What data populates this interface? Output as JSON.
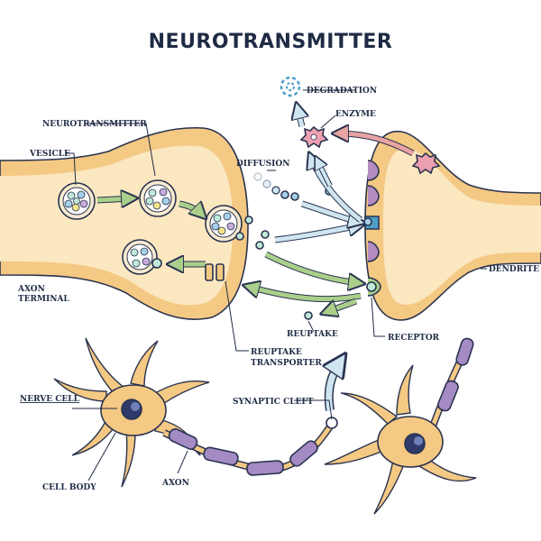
{
  "title": "NEUROTRANSMITTER",
  "labels": {
    "neurotransmitter": "NEUROTRANSMITTER",
    "vesicle": "VESICLE",
    "axon_terminal_line1": "AXON",
    "axon_terminal_line2": "TERMINAL",
    "diffusion": "DIFFUSION",
    "degradation": "DEGRADATION",
    "enzyme": "ENZYME",
    "dendrite": "DENDRITE",
    "reuptake": "REUPTAKE",
    "receptor": "RECEPTOR",
    "reuptake_transporter_line1": "REUPTAKE",
    "reuptake_transporter_line2": "TRANSPORTER",
    "nerve_cell": "NERVE CELL",
    "synaptic_cleft": "SYNAPTIC CLEFT",
    "cell_body": "CELL BODY",
    "axon": "AXON"
  },
  "colors": {
    "membrane": "#f4c983",
    "membrane_light": "#fbe7c0",
    "outline": "#2a3350",
    "arrow_green": "#a9cf8a",
    "arrow_blue": "#cfe6f0",
    "arrow_red": "#e8a3a3",
    "receptor_purple": "#b48cc0",
    "receptor_blue": "#4e9ec8",
    "enzyme_pink": "#eda0b0",
    "myelin": "#a48bc4",
    "nucleus": "#2f3a6a",
    "dot_mint": "#bfe8d9",
    "dot_blue": "#a5d0e8",
    "dot_purple": "#c7a9db",
    "dot_yellow": "#f3e38a"
  }
}
